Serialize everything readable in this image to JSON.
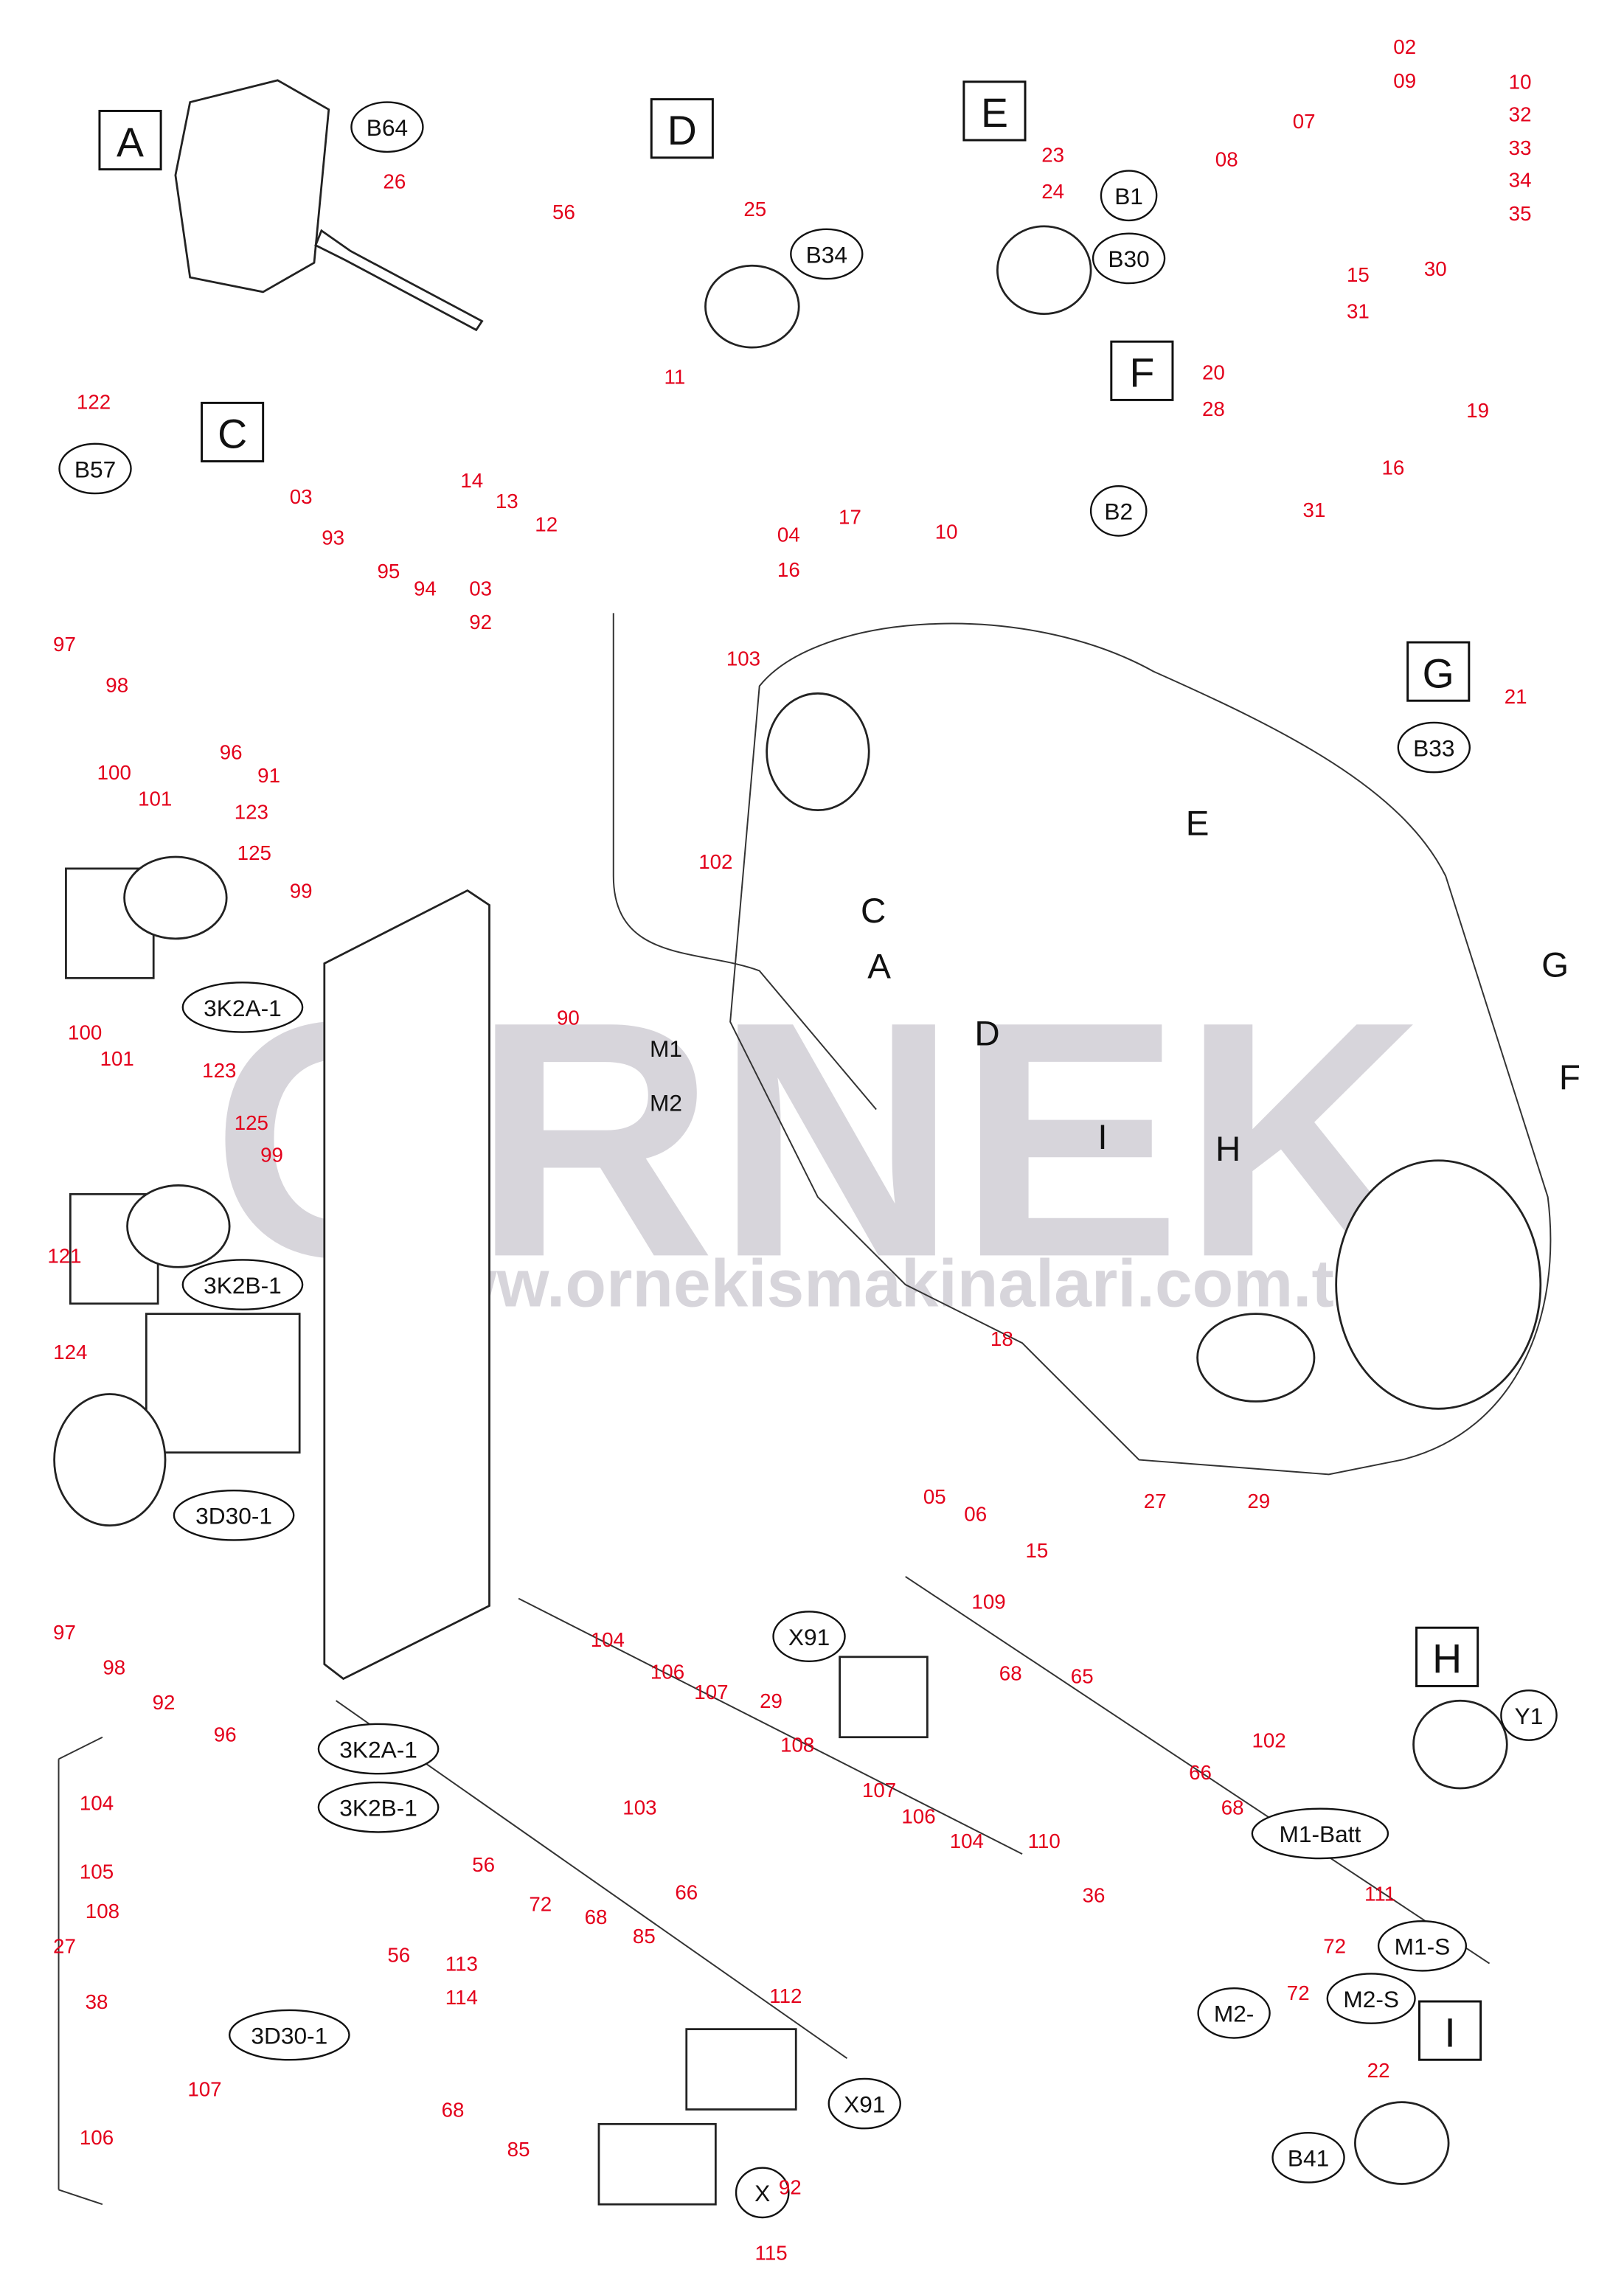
{
  "watermark": {
    "brand": "ORNEK",
    "url": "www.ornekismakinalari.com.tr"
  },
  "detail_boxes": [
    "A",
    "D",
    "E",
    "C",
    "F",
    "G",
    "H",
    "I"
  ],
  "circled_labels": [
    "B64",
    "B57",
    "B34",
    "B1",
    "B30",
    "B2",
    "B33",
    "3K2A-1",
    "3K2B-1",
    "3D30-1",
    "3K2A-1",
    "3K2B-1",
    "3D30-1",
    "X91",
    "X91",
    "X",
    "Y1",
    "M1-Batt",
    "M1-S",
    "M2-S",
    "M2-",
    "B41"
  ],
  "view_letters": [
    "C",
    "A",
    "E",
    "G",
    "F",
    "D",
    "I",
    "H",
    "M1",
    "M2"
  ],
  "callouts": [
    "26",
    "122",
    "03",
    "93",
    "95",
    "94",
    "03",
    "92",
    "97",
    "98",
    "96",
    "91",
    "100",
    "101",
    "123",
    "125",
    "99",
    "100",
    "101",
    "123",
    "125",
    "99",
    "121",
    "124",
    "97",
    "98",
    "92",
    "96",
    "90",
    "56",
    "25",
    "11",
    "14",
    "13",
    "12",
    "04",
    "16",
    "17",
    "10",
    "23",
    "24",
    "08",
    "07",
    "02",
    "09",
    "10",
    "32",
    "33",
    "34",
    "35",
    "15",
    "30",
    "31",
    "20",
    "28",
    "19",
    "16",
    "31",
    "103",
    "102",
    "21",
    "18",
    "05",
    "06",
    "15",
    "27",
    "29",
    "109",
    "68",
    "65",
    "66",
    "102",
    "104",
    "106",
    "107",
    "29",
    "108",
    "107",
    "106",
    "104",
    "103",
    "110",
    "36",
    "68",
    "111",
    "72",
    "72",
    "56",
    "72",
    "68",
    "85",
    "66",
    "113",
    "56",
    "114",
    "112",
    "68",
    "85",
    "92",
    "115",
    "104",
    "105",
    "108",
    "38",
    "27",
    "107",
    "106",
    "22"
  ]
}
